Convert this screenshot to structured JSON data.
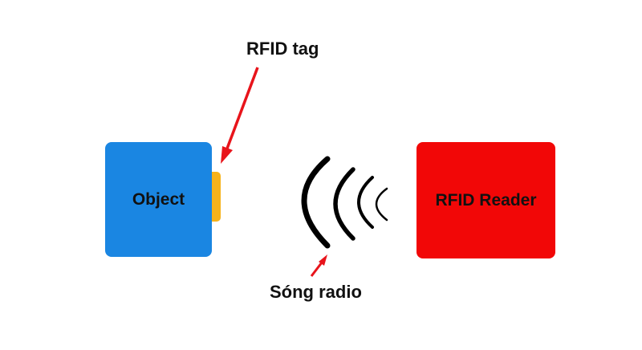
{
  "diagram": {
    "object": {
      "label": "Object"
    },
    "reader": {
      "label": "RFID Reader"
    },
    "tag_label": "RFID tag",
    "wave_label": "Sóng radio"
  },
  "colors": {
    "object": "#1a86e2",
    "tag": "#f6b21a",
    "reader": "#f20707",
    "arrow": "#e8141b",
    "wave": "#000000"
  },
  "icons": {
    "waves": "radio-waves-icon"
  }
}
